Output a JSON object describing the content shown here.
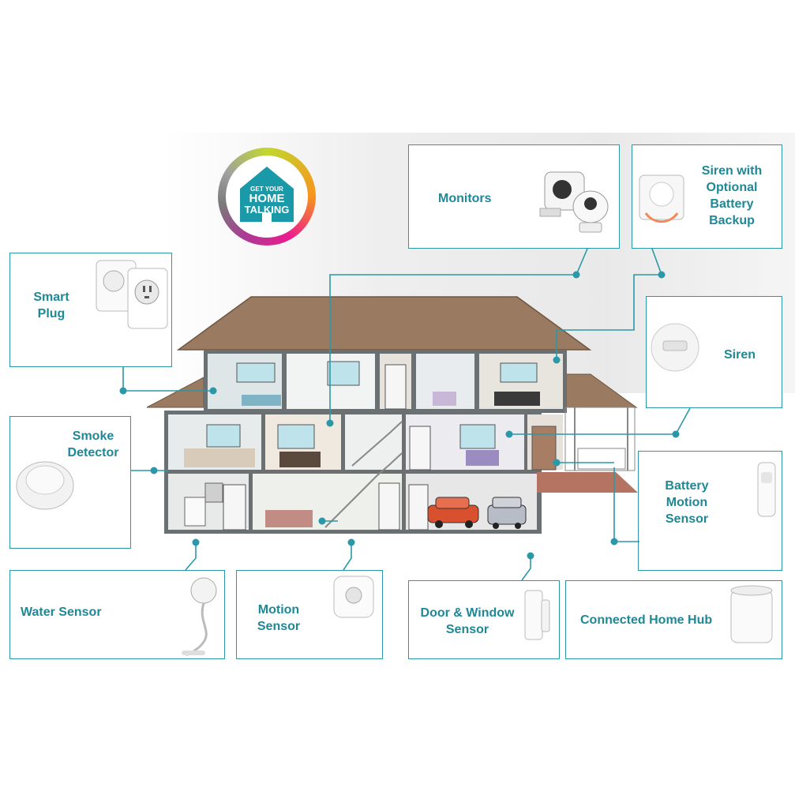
{
  "logo": {
    "line1": "GET YOUR",
    "line2": "HOME",
    "line3": "TALKING"
  },
  "labels": {
    "smart_plug": [
      "Smart",
      "Plug"
    ],
    "smoke_detector": [
      "Smoke",
      "Detector"
    ],
    "water_sensor": "Water Sensor",
    "motion_sensor": [
      "Motion",
      "Sensor"
    ],
    "door_window_sensor": [
      "Door & Window",
      "Sensor"
    ],
    "connected_home_hub": "Connected Home Hub",
    "monitors": "Monitors",
    "siren_backup": [
      "Siren with",
      "Optional",
      "Battery",
      "Backup"
    ],
    "siren": "Siren",
    "battery_motion_sensor": [
      "Battery",
      "Motion",
      "Sensor"
    ]
  },
  "colors": {
    "accent": "#2a98a8",
    "label_text": "#1f8896",
    "roof": "#9a7a60",
    "brick": "#b57462"
  }
}
